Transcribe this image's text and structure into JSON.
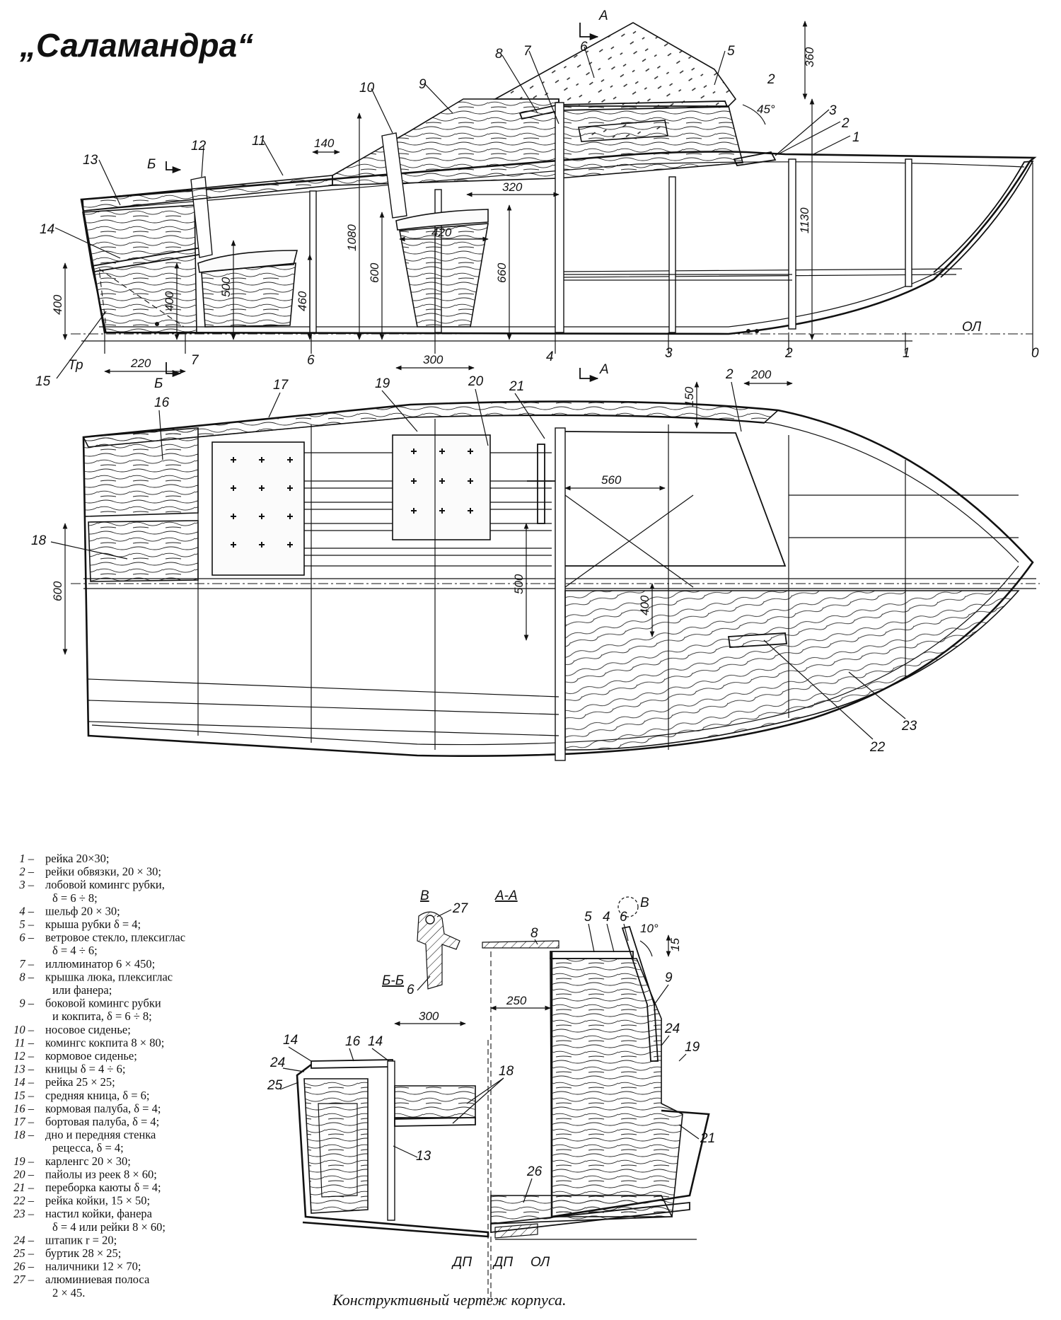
{
  "title": "„Саламандра“",
  "caption": "Конструктивный чертеж корпуса.",
  "part_numbers": {
    "side": [
      "1",
      "2",
      "2",
      "3",
      "5",
      "6",
      "7",
      "8",
      "9",
      "10",
      "11",
      "12",
      "13",
      "14",
      "15"
    ],
    "plan": [
      "16",
      "17",
      "18",
      "19",
      "20",
      "21",
      "2",
      "22",
      "23"
    ],
    "sections": [
      "27",
      "6",
      "8",
      "5",
      "4",
      "6",
      "9",
      "24",
      "19",
      "21",
      "26",
      "14",
      "16",
      "14",
      "24",
      "25",
      "18",
      "13"
    ]
  },
  "frame_numbers": [
    "0",
    "1",
    "2",
    "3",
    "4",
    "6",
    "7",
    "Тр"
  ],
  "section_marks": {
    "a": "А",
    "b": "Б",
    "v": "В",
    "aa_title": "А-А",
    "bb_title": "Б-Б",
    "v_title": "В",
    "ol": "ОЛ",
    "dp": "ДП"
  },
  "side_dims": [
    "360",
    "45°",
    "140",
    "320",
    "420",
    "1080",
    "600",
    "660",
    "1130",
    "500",
    "460",
    "400",
    "400",
    "220",
    "300"
  ],
  "plan_dims": [
    "150",
    "200",
    "560",
    "500",
    "400",
    "600"
  ],
  "section_dims": [
    "300",
    "250",
    "10°",
    "15"
  ],
  "legend": [
    {
      "n": "1",
      "t": "рейка 20×30;"
    },
    {
      "n": "2",
      "t": "рейки обвязки, 20 × 30;"
    },
    {
      "n": "3",
      "t": "лобовой комингс рубки,"
    },
    {
      "n": "",
      "t": "δ = 6 ÷ 8;"
    },
    {
      "n": "4",
      "t": "шельф 20 × 30;"
    },
    {
      "n": "5",
      "t": "крыша рубки δ = 4;"
    },
    {
      "n": "6",
      "t": "ветровое стекло, плексиглас"
    },
    {
      "n": "",
      "t": "δ = 4 ÷ 6;"
    },
    {
      "n": "7",
      "t": "иллюминатор 6 × 450;"
    },
    {
      "n": "8",
      "t": "крышка люка, плексиглас"
    },
    {
      "n": "",
      "t": "или фанера;"
    },
    {
      "n": "9",
      "t": "боковой комингс рубки"
    },
    {
      "n": "",
      "t": "и кокпита, δ = 6 ÷ 8;"
    },
    {
      "n": "10",
      "t": "носовое сиденье;"
    },
    {
      "n": "11",
      "t": "комингс кокпита 8 × 80;"
    },
    {
      "n": "12",
      "t": "кормовое сиденье;"
    },
    {
      "n": "13",
      "t": "кницы δ = 4 ÷ 6;"
    },
    {
      "n": "14",
      "t": "рейка 25 × 25;"
    },
    {
      "n": "15",
      "t": "средняя кница, δ = 6;"
    },
    {
      "n": "16",
      "t": "кормовая палуба, δ = 4;"
    },
    {
      "n": "17",
      "t": "бортовая палуба, δ = 4;"
    },
    {
      "n": "18",
      "t": "дно и передняя стенка"
    },
    {
      "n": "",
      "t": "рецесса, δ = 4;"
    },
    {
      "n": "19",
      "t": "карленгс 20 × 30;"
    },
    {
      "n": "20",
      "t": "пайолы из реек 8 × 60;"
    },
    {
      "n": "21",
      "t": "переборка каюты δ = 4;"
    },
    {
      "n": "22",
      "t": "рейка койки, 15 × 50;"
    },
    {
      "n": "23",
      "t": "настил койки, фанера"
    },
    {
      "n": "",
      "t": "δ = 4 или рейки 8 × 60;"
    },
    {
      "n": "24",
      "t": "штапик r = 20;"
    },
    {
      "n": "25",
      "t": "буртик 28 × 25;"
    },
    {
      "n": "26",
      "t": "наличники 12 × 70;"
    },
    {
      "n": "27",
      "t": "алюминиевая полоса"
    },
    {
      "n": "",
      "t": "2 × 45."
    }
  ]
}
